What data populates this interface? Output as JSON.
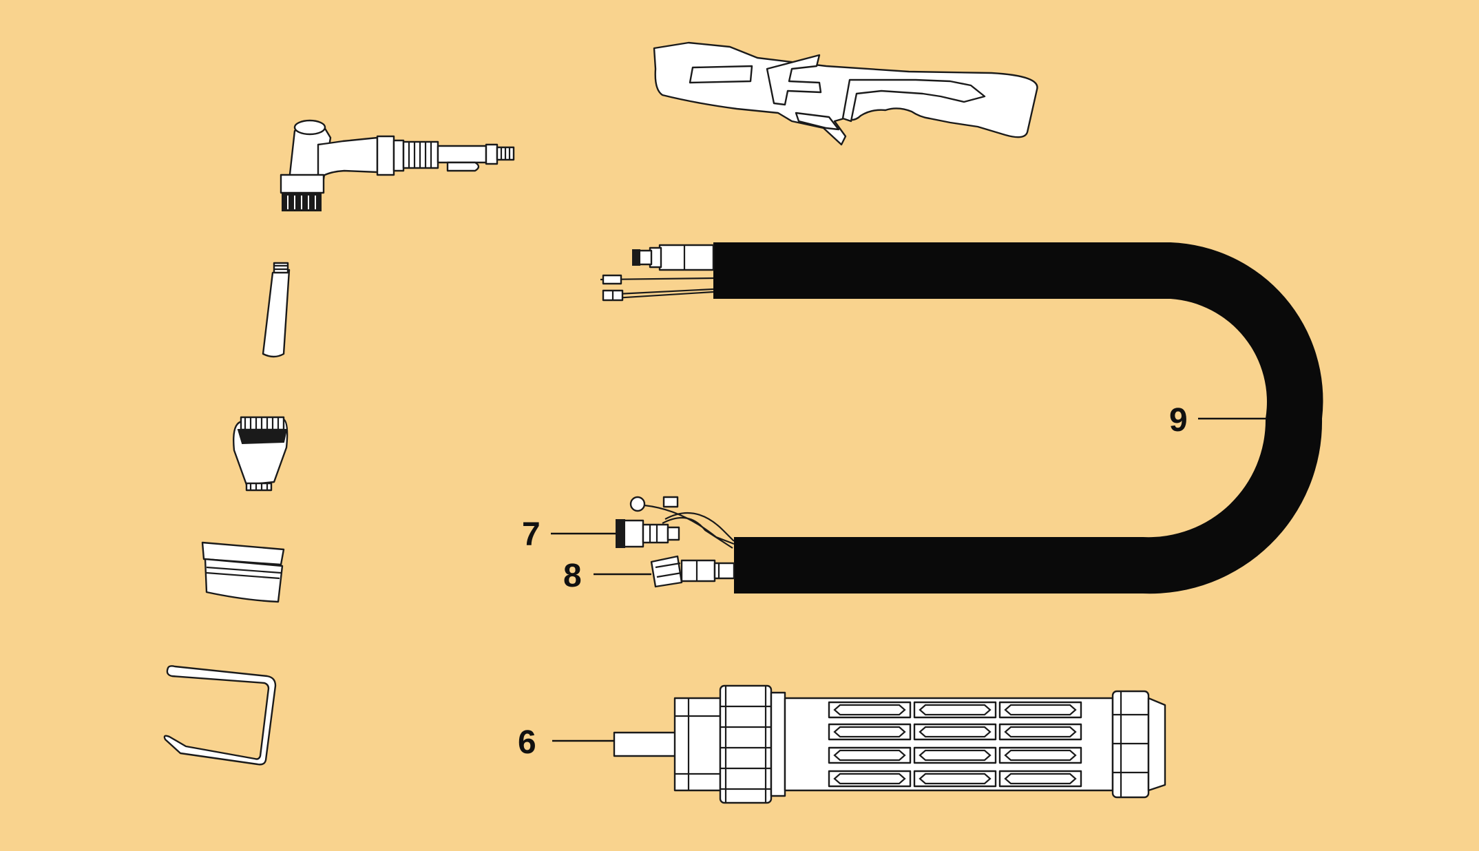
{
  "colors": {
    "background": "#F9D38E",
    "line": "#1a1a1a",
    "part_fill": "#ffffff",
    "hose": "#0a0a0a"
  },
  "callouts": {
    "c6": "6",
    "c7": "7",
    "c8": "8",
    "c9": "9"
  }
}
